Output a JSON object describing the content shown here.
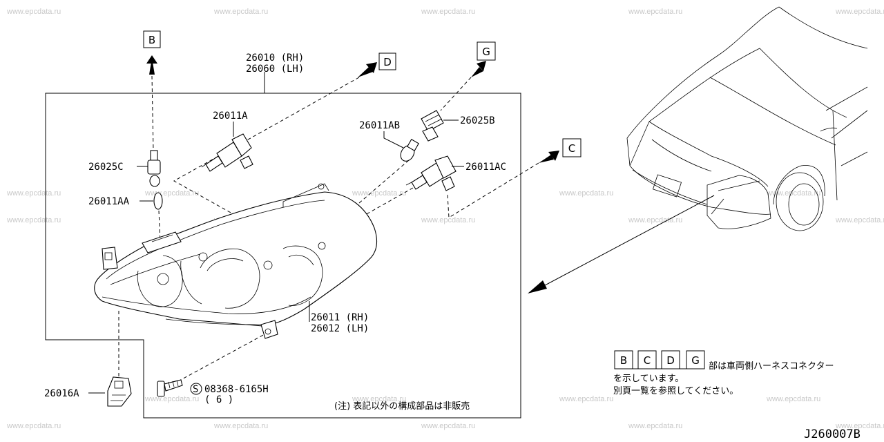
{
  "watermark": "www.epcdata.ru",
  "part_labels": {
    "housing_rh": "26010 (RH)",
    "housing_lh": "26060 (LH)",
    "bulb_a": "26011A",
    "bulb_ab": "26011AB",
    "socket_b": "26025B",
    "socket_c": "26025C",
    "bulb_ac": "26011AC",
    "bulb_aa": "26011AA",
    "lens_rh": "26011 (RH)",
    "lens_lh": "26012 (LH)",
    "bracket": "26016A",
    "screw": "08368-6165H",
    "screw_qty": "( 6 )",
    "screw_symbol": "S"
  },
  "connector_refs": {
    "b": "B",
    "c": "C",
    "d": "D",
    "g": "G"
  },
  "footnote": "(注) 表記以外の構成部品は非販売",
  "legend": {
    "line1": "部は車両側ハーネスコネクター",
    "line2": "を示しています。",
    "line3": "別頁一覧を参照してください。"
  },
  "diagram_code": "J260007B"
}
